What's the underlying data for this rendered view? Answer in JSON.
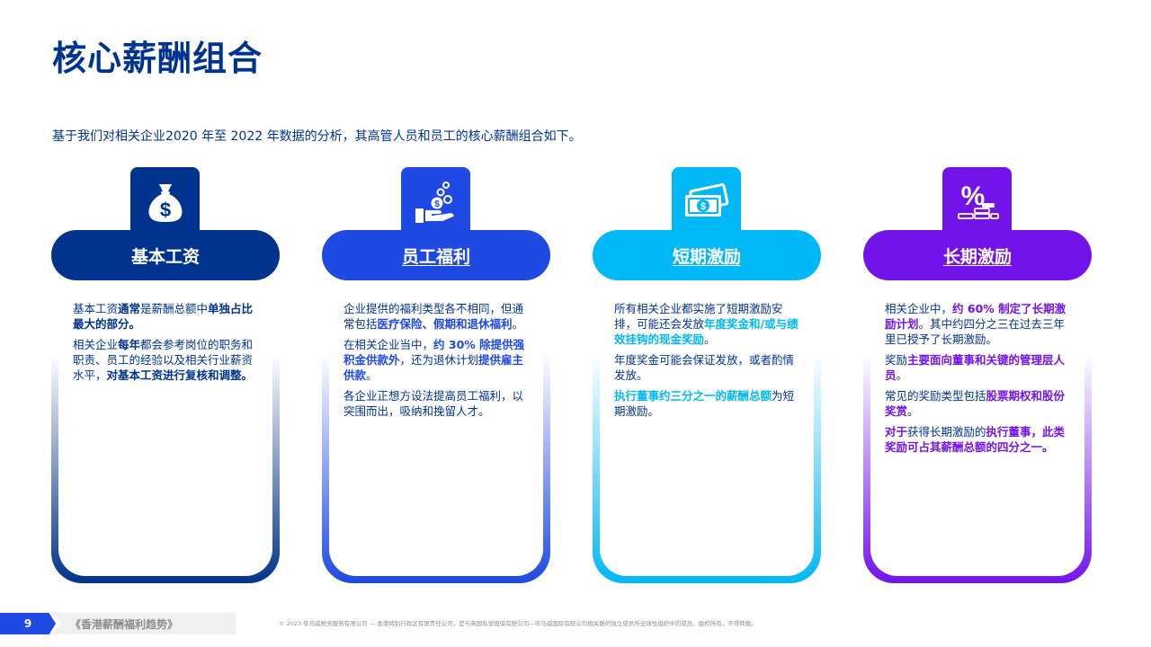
{
  "title": "核心薪酬组合",
  "intro": "基于我们对相关企业2020 年至 2022 年数据的分析，其高管人员和员工的核心薪酬组合如下。",
  "colors": {
    "navy": "#00338d",
    "blue": "#1e49e2",
    "cyan": "#00b8f5",
    "purple": "#7213ea"
  },
  "cards": [
    {
      "heading": "基本工资",
      "icon": "money-bag-icon",
      "paragraphs": [
        [
          {
            "t": "基本工资",
            "b": false
          },
          {
            "t": "通常",
            "b": true
          },
          {
            "t": "是薪酬总额中",
            "b": false
          },
          {
            "t": "单独占比最大的部分。",
            "b": true
          }
        ],
        [
          {
            "t": "相关企业",
            "b": false
          },
          {
            "t": "每年",
            "b": true
          },
          {
            "t": "都会参考岗位的职务和职责、员工的经验以及相关行业薪资水平，",
            "b": false
          },
          {
            "t": "对基本工资进行复核和调整。",
            "b": true
          }
        ]
      ]
    },
    {
      "heading": "员工福利",
      "icon": "hand-coins-icon",
      "paragraphs": [
        [
          {
            "t": "企业提供的福利类型各不相同，但通常包括",
            "b": false
          },
          {
            "t": "医疗保险、假期和退休福利",
            "b": true
          },
          {
            "t": "。",
            "b": false
          }
        ],
        [
          {
            "t": "在相关企业当中，",
            "b": false
          },
          {
            "t": "约 30% 除提供强积金供款外",
            "b": true
          },
          {
            "t": "，还为退休计划",
            "b": false
          },
          {
            "t": "提供雇主供款",
            "b": true
          },
          {
            "t": "。",
            "b": false
          }
        ],
        [
          {
            "t": "各企业正想方设法提高员工福利，以突围而出，吸纳和挽留人才。",
            "b": false
          }
        ]
      ]
    },
    {
      "heading": "短期激励",
      "icon": "banknotes-icon",
      "paragraphs": [
        [
          {
            "t": "所有相关企业都实施了短期激励安排，可能还会发放",
            "b": false
          },
          {
            "t": "年度奖金和/或与绩效挂钩的现金奖励",
            "b": true
          },
          {
            "t": "。",
            "b": false
          }
        ],
        [
          {
            "t": "年度奖金可能会保证发放，或者酌情发放。",
            "b": false
          }
        ],
        [
          {
            "t": "执行董事约三分之一的薪酬总额",
            "b": true
          },
          {
            "t": "为短期激励。",
            "b": false
          }
        ]
      ]
    },
    {
      "heading": "长期激励",
      "icon": "percent-coins-icon",
      "paragraphs": [
        [
          {
            "t": "相关企业中，",
            "b": false
          },
          {
            "t": "约 60% 制定了长期激励计划",
            "b": true
          },
          {
            "t": "。其中约四分之三在过去三年里已授予了长期激励。",
            "b": false
          }
        ],
        [
          {
            "t": "奖励",
            "b": false
          },
          {
            "t": "主要面向董事和关键的管理层人员",
            "b": true
          },
          {
            "t": "。",
            "b": false
          }
        ],
        [
          {
            "t": "常见的奖励类型包括",
            "b": false
          },
          {
            "t": "股票期权和股份奖赏",
            "b": true
          },
          {
            "t": "。",
            "b": false
          }
        ],
        [
          {
            "t": "对于",
            "b": true
          },
          {
            "t": "获得长期激励的",
            "b": false
          },
          {
            "t": "执行董事，此类奖励可占其薪酬总额的四分之一。",
            "b": true
          }
        ]
      ]
    }
  ],
  "footer": {
    "page_number": "9",
    "report_name": "《香港薪酬福利趋势》",
    "copyright": "© 2023 毕马威税务服务有限公司 — 香港特别行政区有限责任公司，是与英国私营担保有限公司—毕马威国际有限公司相关联的独立成员所全球性组织中的成员。版权所有，不得转载。"
  }
}
